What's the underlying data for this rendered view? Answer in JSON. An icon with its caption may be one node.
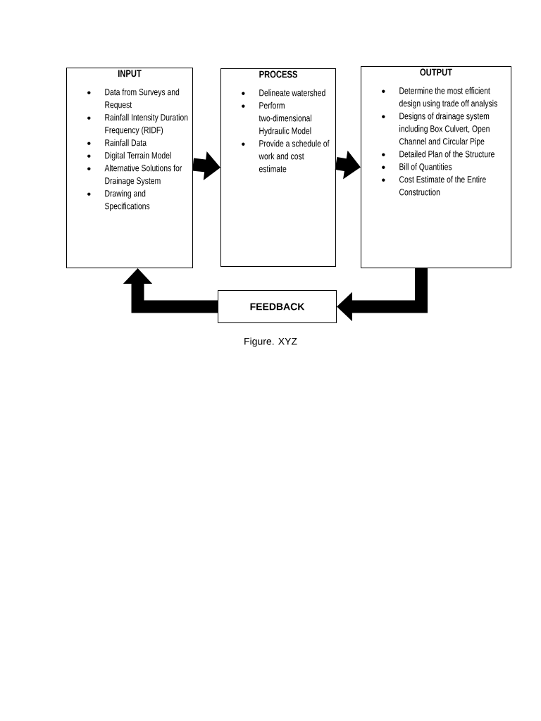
{
  "diagram": {
    "caption": "Figure. XYZ",
    "nodes": [
      {
        "text": [
          "INPUT",
          "Data from Surveys and Request",
          "Rainfall Intensity Duration Frequency (RIDF)",
          "Rainfall Data",
          "Digital Terrain Model",
          "Alternative Solutions for Drainage System",
          "Drawing and Specifications"
        ]
      },
      {
        "text": [
          "PROCESS",
          "Delineate watershed",
          "Perform two-dimensional Hydraulic Model",
          "Provide a schedule of work and cost estimate"
        ]
      },
      {
        "text": [
          "OUTPUT",
          "Determine the most efficient design using trade off analysis",
          "Designs of drainage system including Box Culvert, Open Channel and Circular Pipe",
          "Detailed Plan of the Structure",
          "Bill of Quantities",
          "Cost Estimate of the Entire Construction"
        ]
      },
      {
        "text": [
          "FEEDBACK"
        ]
      }
    ],
    "edges": [
      {
        "from": 0,
        "to": 1,
        "arrow": "to"
      },
      {
        "from": 1,
        "to": 2,
        "arrow": "to"
      },
      {
        "from": 2,
        "to": 3,
        "arrow": "to"
      },
      {
        "from": 3,
        "to": 0,
        "arrow": "to"
      }
    ]
  }
}
